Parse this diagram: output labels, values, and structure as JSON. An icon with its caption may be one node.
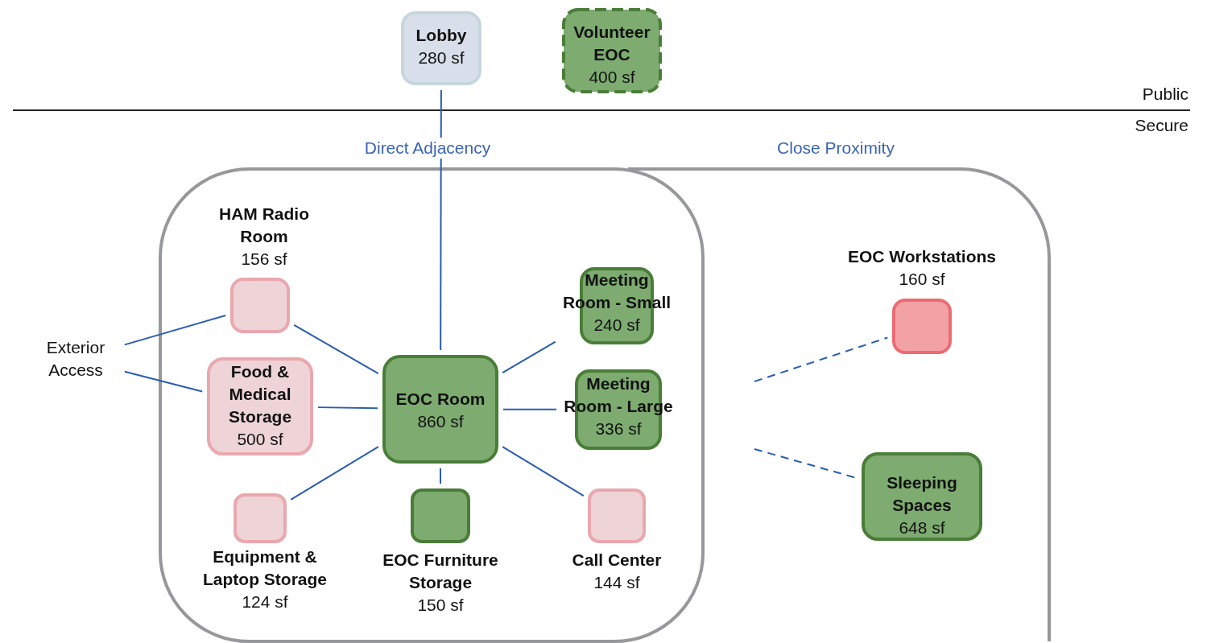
{
  "diagram": {
    "nodes": [
      {
        "text": [
          "Lobby",
          "280 sf"
        ]
      },
      {
        "text": [
          "Volunteer EOC",
          "400 sf"
        ]
      },
      {
        "text": [],
        "shape": "box"
      },
      {
        "text": [],
        "shape": "box"
      },
      {
        "text": [
          "HAM Radio Room",
          "156 sf"
        ],
        "in": 2
      },
      {
        "text": [
          "Exterior Access"
        ]
      },
      {
        "text": [
          "Meeting Room - Small",
          "240 sf"
        ],
        "in": 2
      },
      {
        "text": [
          "Food & Medical Storage",
          "500 sf"
        ],
        "in": 2
      },
      {
        "text": [
          "EOC Room",
          "860 sf"
        ],
        "in": 2
      },
      {
        "text": [
          "Meeting Room - Large",
          "336 sf"
        ],
        "in": 2
      },
      {
        "text": [
          "Equipment & Laptop Storage",
          "124 sf"
        ],
        "in": 2
      },
      {
        "text": [
          "EOC Furniture Storage",
          "150 sf"
        ],
        "in": 2
      },
      {
        "text": [
          "Call Center",
          "144 sf"
        ],
        "in": 2
      },
      {
        "text": [
          "EOC Workstations",
          "160 sf"
        ],
        "in": 3
      },
      {
        "text": [
          "Sleeping Spaces",
          "648 sf"
        ],
        "in": 3
      }
    ],
    "edges": [
      {
        "from": 0,
        "to": 8,
        "arrow": "none",
        "label": "Direct Adjacency"
      },
      {
        "from": 5,
        "to": 4,
        "arrow": "none"
      },
      {
        "from": 5,
        "to": 7,
        "arrow": "none"
      },
      {
        "from": 4,
        "to": 8,
        "arrow": "none"
      },
      {
        "from": 6,
        "to": 8,
        "arrow": "none"
      },
      {
        "from": 7,
        "to": 8,
        "arrow": "none"
      },
      {
        "from": 9,
        "to": 8,
        "arrow": "none"
      },
      {
        "from": 10,
        "to": 8,
        "arrow": "none"
      },
      {
        "from": 11,
        "to": 8,
        "arrow": "none"
      },
      {
        "from": 12,
        "to": 8,
        "arrow": "none"
      },
      {
        "from": null,
        "to": 13,
        "arrow": "none",
        "style": "dashed"
      },
      {
        "from": null,
        "to": 14,
        "arrow": "none",
        "style": "dashed"
      }
    ],
    "labels": [
      "Public",
      "Secure",
      "Close Proximity"
    ]
  }
}
